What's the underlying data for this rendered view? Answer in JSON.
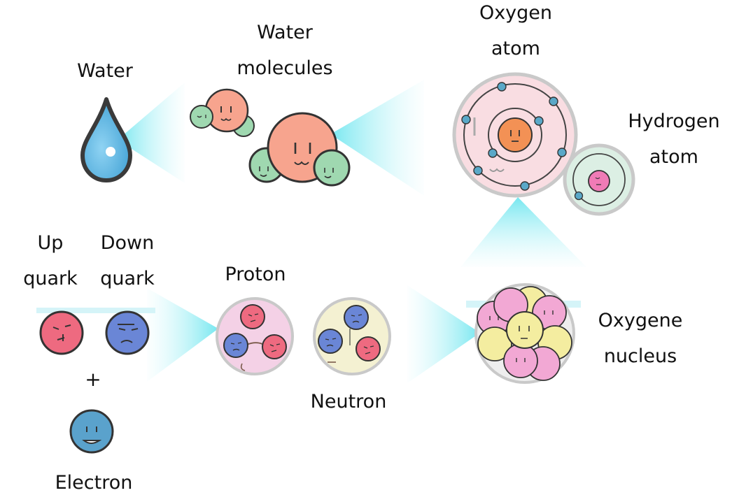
{
  "labels": {
    "water": "Water",
    "water_molecules": [
      "Water",
      "molecules"
    ],
    "oxygen_atom": [
      "Oxygen",
      "atom"
    ],
    "hydrogen_atom": [
      "Hydrogen",
      "atom"
    ],
    "up_quark": [
      "Up",
      "quark"
    ],
    "down_quark": [
      "Down",
      "quark"
    ],
    "plus": "+",
    "electron": "Electron",
    "proton": "Proton",
    "neutron": "Neutron",
    "oxygene_nucleus": [
      "Oxygene",
      "nucleus"
    ]
  },
  "colors": {
    "water_drop": "#5db8e6",
    "beam": "#7fe8f0",
    "oxygen_sphere": "#f7a48e",
    "hydrogen_sphere": "#9fd8b0",
    "up_quark": "#ee6a80",
    "down_quark": "#6a86d6",
    "electron": "#5aa2cc",
    "nucleus_core": "#f39155",
    "proton_pink": "#f2a8d4",
    "neutron_yellow": "#f4eda0",
    "atom_bg_pink": "#f9dde2",
    "atom_bg_green": "#dcefe4",
    "proton_shell": "#f4d1e6",
    "neutron_shell": "#f4f1d2"
  }
}
